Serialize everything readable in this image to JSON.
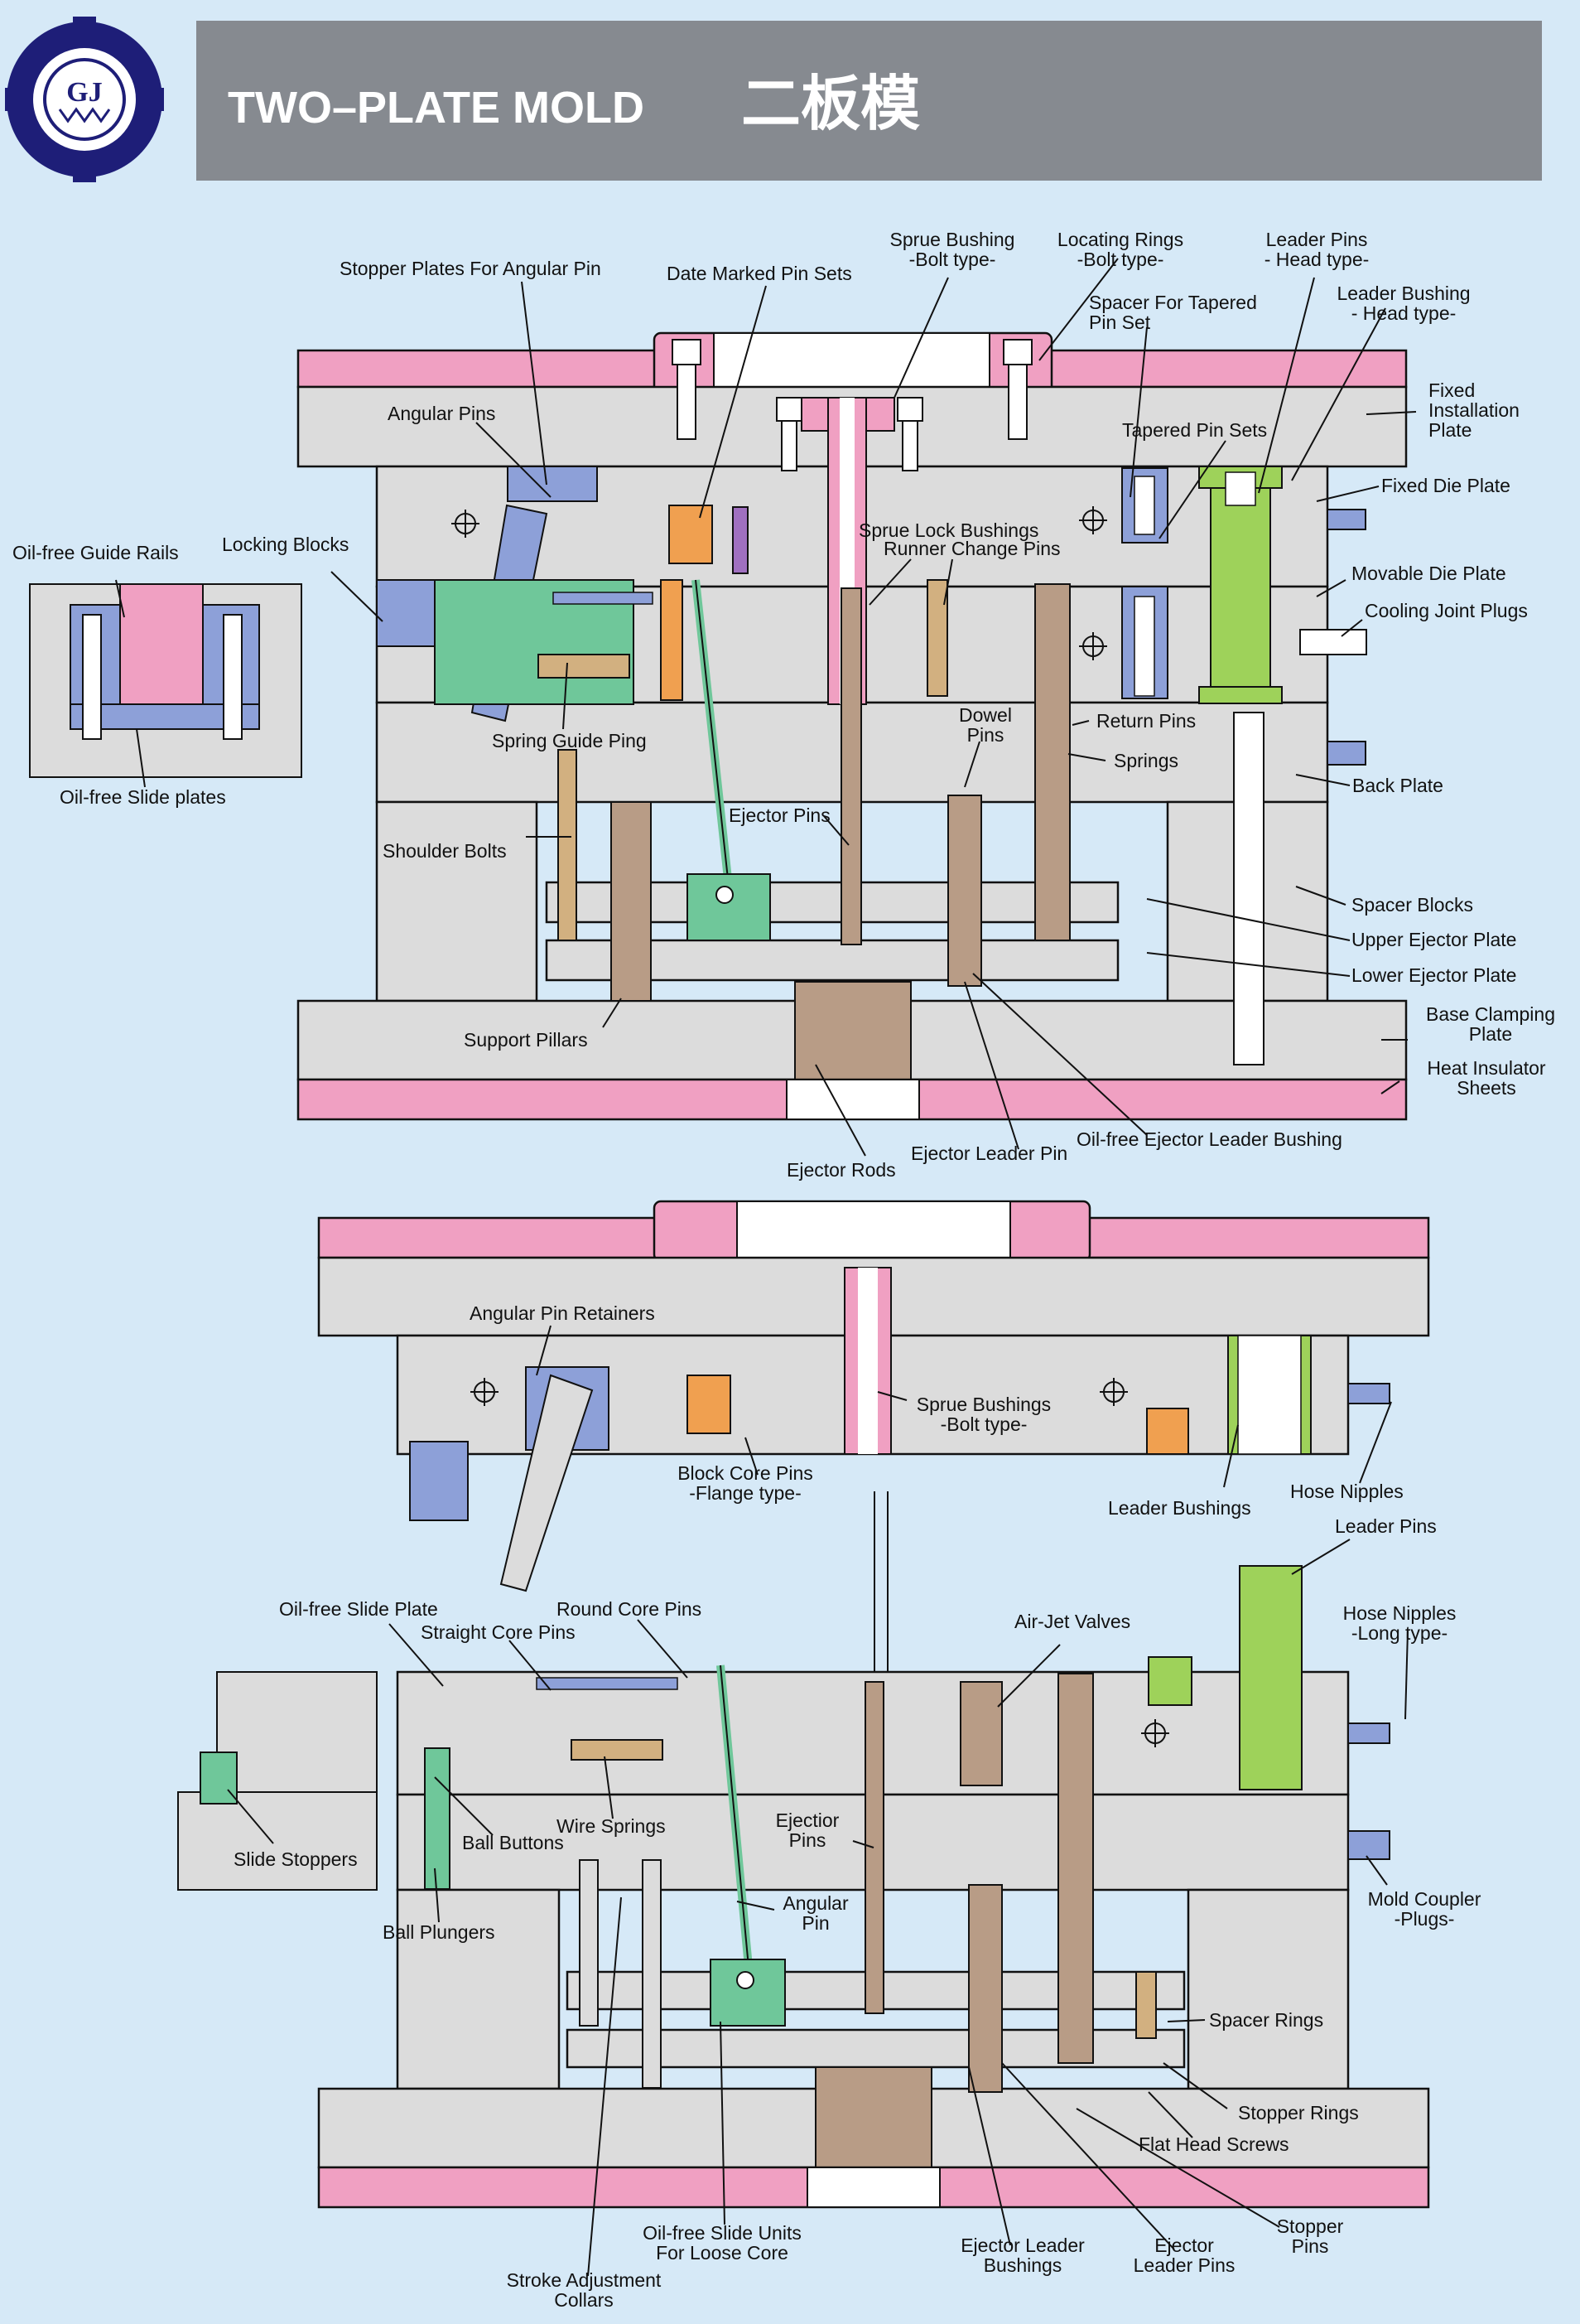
{
  "header": {
    "logo_text": "GJ",
    "title_en": "TWO–PLATE MOLD",
    "title_cn": "二板模",
    "colors": {
      "banner": "#868a90",
      "logo": "#1e1e78",
      "background": "#d6e9f7"
    }
  },
  "palette": {
    "plate": "#dcdcdc",
    "pink": "#f0a0c2",
    "blue": "#8da0d8",
    "green": "#9ed25a",
    "teal": "#6fc79a",
    "orange": "#f0a050",
    "brown": "#b89c86",
    "tan": "#d2b080",
    "dark": "#111111"
  },
  "top_labels": [
    "Stopper Plates For Angular Pin",
    "Date Marked Pin Sets",
    "Sprue Bushing",
    "-Bolt type-",
    "Locating Rings",
    "-Bolt type-",
    "Leader Pins",
    "- Head type-",
    "Leader Bushing",
    "- Head type-",
    "Spacer For Tapered",
    "Pin Set",
    "Fixed",
    "Installation",
    "Plate",
    "Angular Pins",
    "Tapered Pin Sets",
    "Fixed Die Plate",
    "Oil-free Guide Rails",
    "Locking Blocks",
    "Sprue Lock Bushings",
    "Runner Change Pins",
    "Movable Die Plate",
    "Cooling Joint Plugs",
    "Dowel",
    "Pins",
    "Return Pins",
    "Springs",
    "Spring Guide Ping",
    "Back Plate",
    "Oil-free Slide plates",
    "Ejector Pins",
    "Shoulder Bolts",
    "Spacer Blocks",
    "Upper Ejector Plate",
    "Lower Ejector Plate",
    "Base Clamping",
    "Plate",
    "Support Pillars",
    "Heat Insulator",
    "Sheets",
    "Oil-free Ejector Leader Bushing",
    "Ejector Leader Pin",
    "Ejector Rods"
  ],
  "bottom_labels": [
    "Angular Pin Retainers",
    "Sprue Bushings",
    "-Bolt type-",
    "Block Core Pins",
    "-Flange type-",
    "Leader Bushings",
    "Hose Nipples",
    "Leader Pins",
    "Oil-free Slide Plate",
    "Round Core Pins",
    "Straight Core Pins",
    "Air-Jet Valves",
    "Hose Nipples",
    "-Long type-",
    "Wire Springs",
    "Ejectior",
    "Pins",
    "Ball Buttons",
    "Slide Stoppers",
    "Angular",
    "Pin",
    "Mold Coupler",
    "-Plugs-",
    "Ball Plungers",
    "Spacer Rings",
    "Stopper Rings",
    "Flat Head Screws",
    "Oil-free Slide Units",
    "For Loose Core",
    "Ejector Leader",
    "Bushings",
    "Ejector",
    "Leader Pins",
    "Stopper",
    "Pins",
    "Stroke Adjustment",
    "Collars"
  ]
}
